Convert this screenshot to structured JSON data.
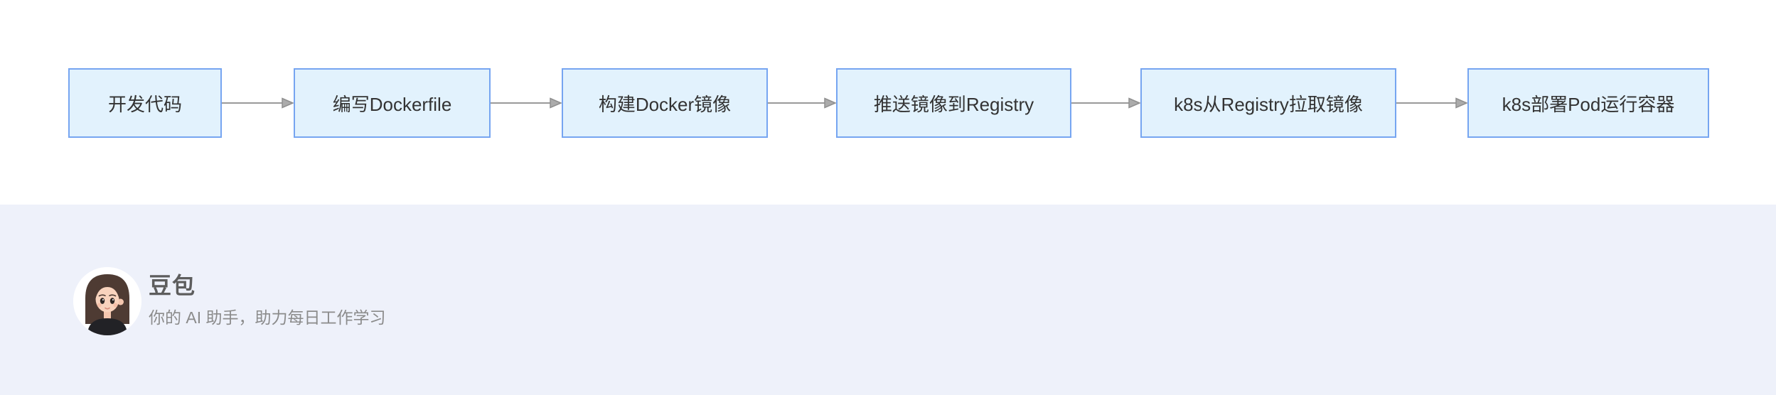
{
  "flowchart": {
    "nodes": [
      {
        "id": "n1",
        "label": "开发代码"
      },
      {
        "id": "n2",
        "label": "编写Dockerfile"
      },
      {
        "id": "n3",
        "label": "构建Docker镜像"
      },
      {
        "id": "n4",
        "label": "推送镜像到Registry"
      },
      {
        "id": "n5",
        "label": "k8s从Registry拉取镜像"
      },
      {
        "id": "n6",
        "label": "k8s部署Pod运行容器"
      }
    ],
    "edges": [
      [
        "n1",
        "n2"
      ],
      [
        "n2",
        "n3"
      ],
      [
        "n3",
        "n4"
      ],
      [
        "n4",
        "n5"
      ],
      [
        "n5",
        "n6"
      ]
    ],
    "colors": {
      "node_fill": "#e2f2fd",
      "node_border": "#76a5f1",
      "node_text": "#333333",
      "arrow": "#999999"
    }
  },
  "footer": {
    "brand_name": "豆包",
    "tagline": "你的 AI 助手，助力每日工作学习",
    "background": "#eef1fa",
    "avatar_icon": "doubao-girl-avatar"
  }
}
